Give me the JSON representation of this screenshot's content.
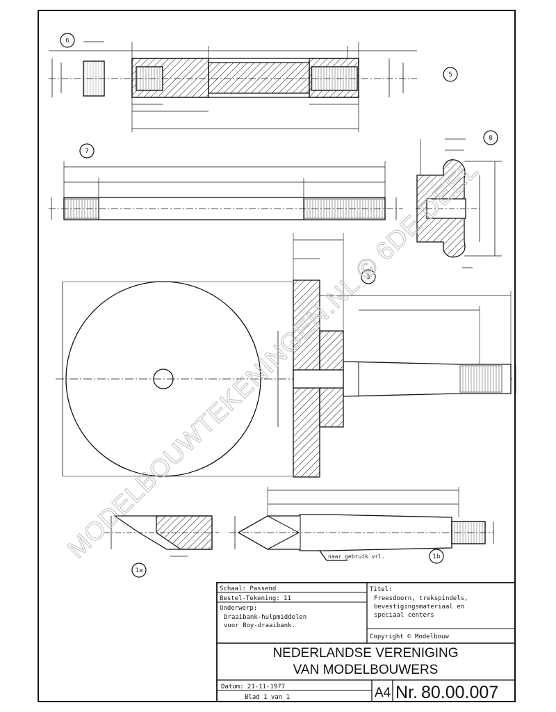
{
  "watermark": "MODELBOUWTEKENINGEN.NL © 6DE DEEL",
  "parts": [
    "6",
    "5",
    "7",
    "8",
    "3",
    "1a",
    "1b"
  ],
  "labels": {
    "note_arrow": "naar gebruik vrl."
  },
  "title_block": {
    "schaal": "Schaal: Passend",
    "blad_tekening": "Bestel-Tekening: 11",
    "onderwerp_label": "Onderwerp:",
    "onderwerp_line1": "Draaibank-hulpmiddelen",
    "onderwerp_line2": "voor Boy-draaibank.",
    "titel_label": "Titel:",
    "titel_line1": "Freesdoorn, trekspindels,",
    "titel_line2": "bevestigingsmateriaal en",
    "titel_line3": "speciaal centers",
    "copyright": "Copyright © Modelbouw",
    "org_line1": "NEDERLANDSE VERENIGING",
    "org_line2": "VAN MODELBOUWERS",
    "datum": "Datum: 21-11-1977",
    "blad": "Blad 1 van 1",
    "format": "A4",
    "nr_label": "Nr.",
    "nr_value": "80.00.007"
  }
}
